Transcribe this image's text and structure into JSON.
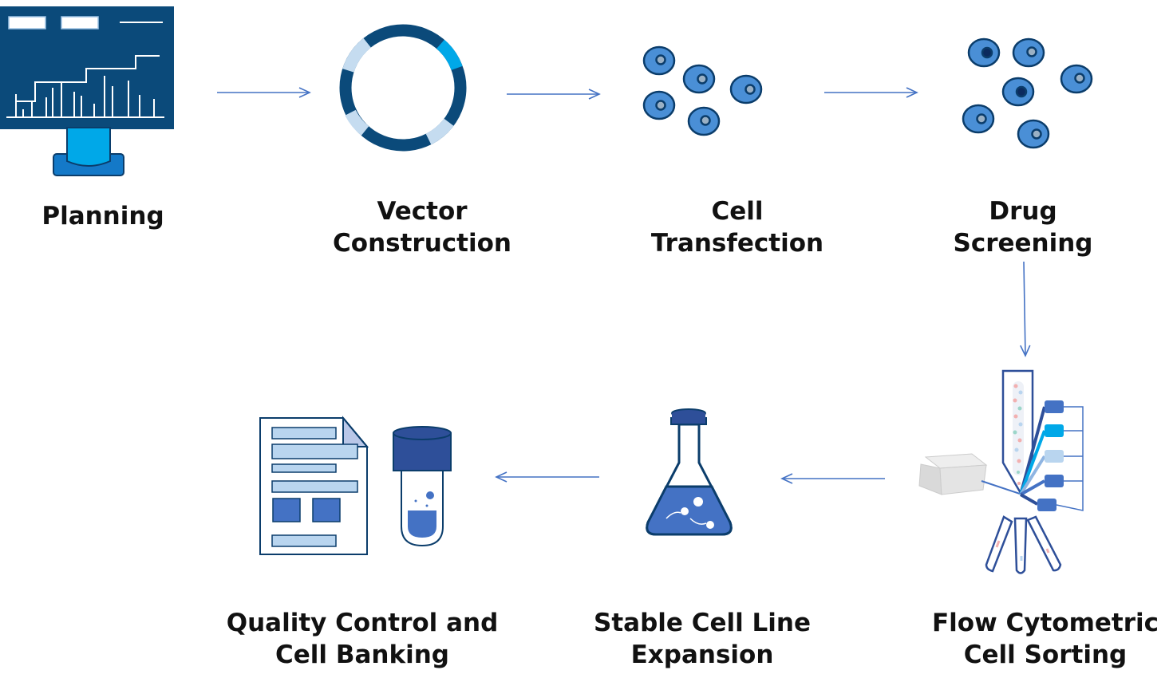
{
  "colors": {
    "navy": "#0b4a7a",
    "cyan": "#00a8e8",
    "cell_fill": "#4a8fd6",
    "cell_edge": "#0b3d6b",
    "pale_blue": "#b9d5ef",
    "mid_blue": "#4472c4",
    "dark_blue": "#2e4f99",
    "arrow": "#4472c4"
  },
  "steps": {
    "planning": {
      "icon": "monitor-chart-icon",
      "line1": "Planning"
    },
    "vector": {
      "icon": "plasmid-ring-icon",
      "line1": "Vector",
      "line2": "Construction"
    },
    "transfect": {
      "icon": "cells-icon",
      "line1": "Cell",
      "line2": "Transfection"
    },
    "drug": {
      "icon": "screened-cells-icon",
      "line1": "Drug",
      "line2": "Screening"
    },
    "flow": {
      "icon": "flow-cytometer-icon",
      "line1": "Flow Cytometric",
      "line2": "Cell Sorting"
    },
    "expansion": {
      "icon": "culture-flask-icon",
      "line1": "Stable Cell Line",
      "line2": "Expansion"
    },
    "qc": {
      "icon": "report-and-vial-icon",
      "line1": "Quality Control and",
      "line2": "Cell Banking"
    }
  }
}
